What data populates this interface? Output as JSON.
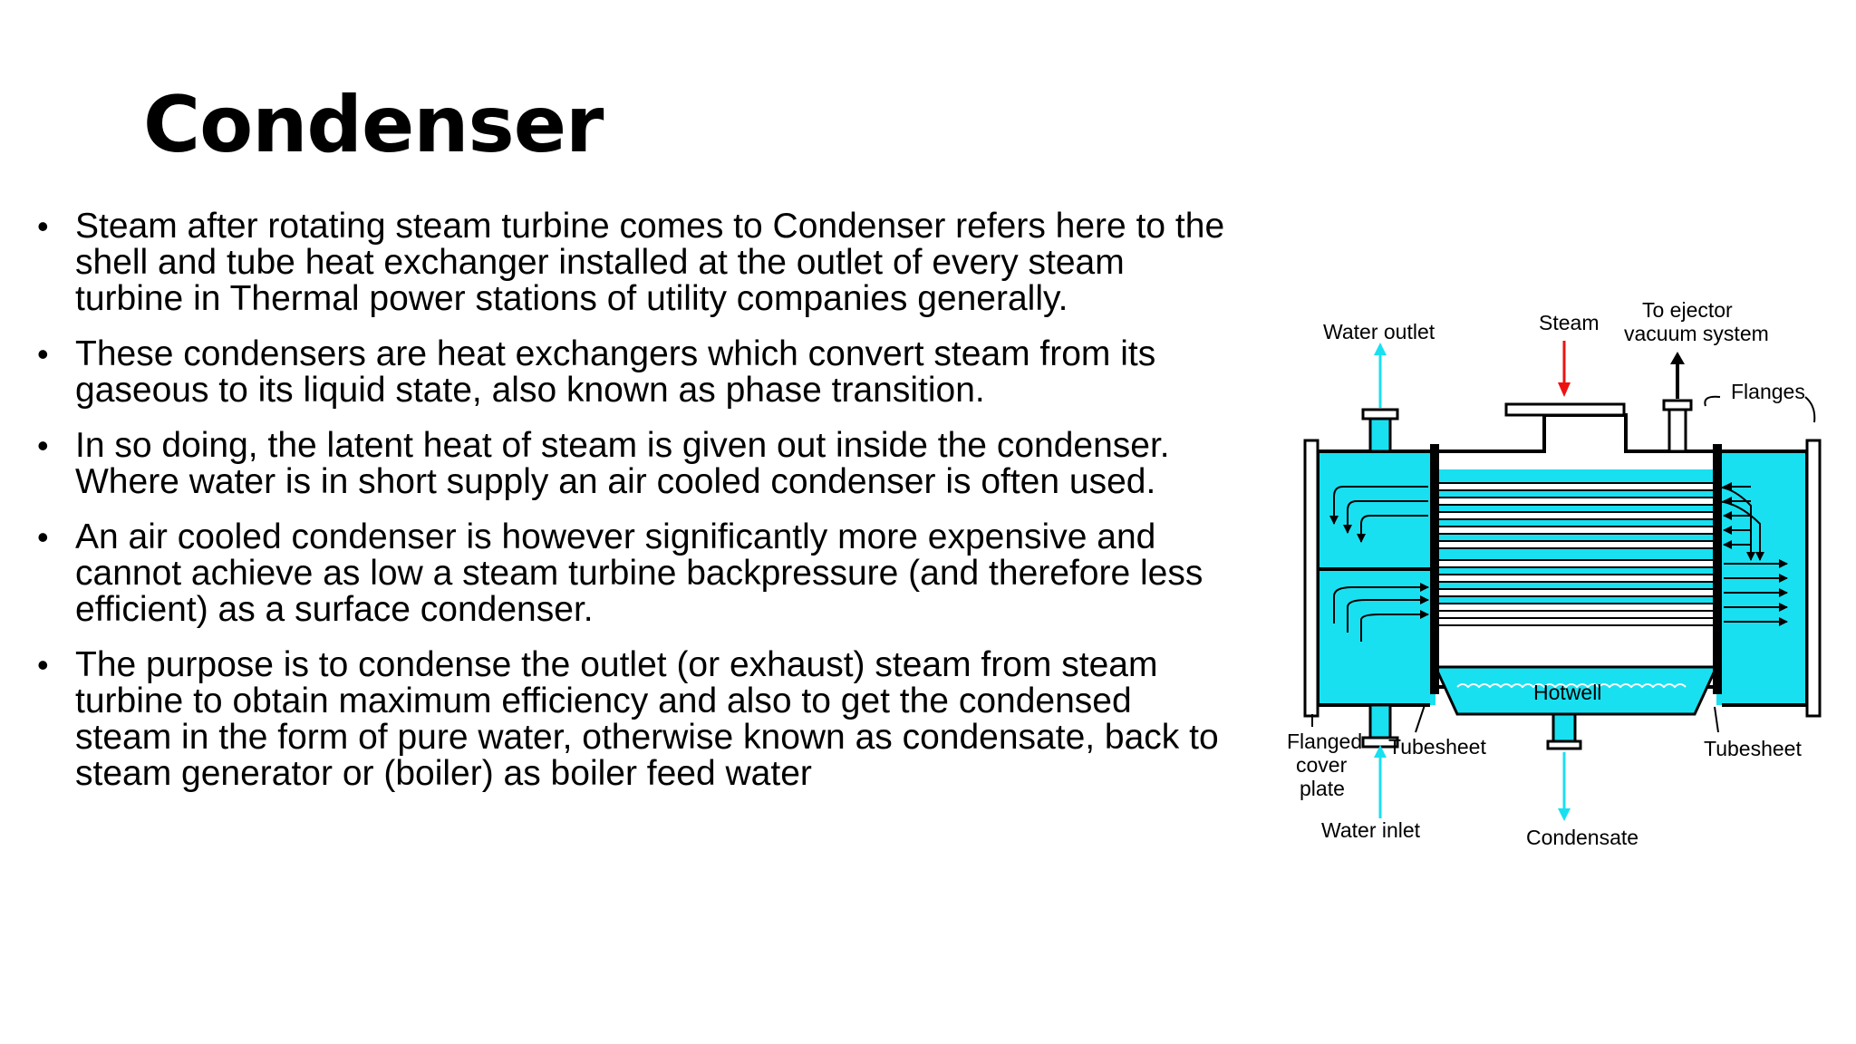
{
  "slide": {
    "title": "Condenser",
    "bullets": [
      "Steam after rotating steam turbine comes to Condenser refers here to the shell and tube heat exchanger installed at the outlet of every steam turbine in Thermal power stations of utility companies generally.",
      "These condensers are heat exchangers which convert steam from its gaseous to its liquid state, also known as phase transition.",
      "In so doing, the latent heat of steam is given out inside the condenser. Where water is in short supply an air cooled condenser is often used.",
      "An air cooled condenser is however significantly more expensive and cannot achieve as low a steam turbine backpressure (and therefore less efficient) as a surface condenser.",
      "The purpose is to condense the outlet (or exhaust) steam from steam turbine to obtain maximum efficiency and also to get the condensed steam in the form of pure water, otherwise known as condensate, back to steam generator or (boiler) as boiler feed water"
    ],
    "bullet_symbol": "•"
  },
  "diagram": {
    "labels": {
      "water_outlet": "Water outlet",
      "steam": "Steam",
      "to_ejector_1": "To ejector",
      "to_ejector_2": "vacuum system",
      "flanges": "Flanges",
      "hotwell": "Hotwell",
      "flanged_1": "Flanged",
      "flanged_2": "cover",
      "flanged_3": "plate",
      "tubesheet_left": "Tubesheet",
      "tubesheet_right": "Tubesheet",
      "water_inlet": "Water inlet",
      "condensate": "Condensate"
    },
    "colors": {
      "water": "#19e0f0",
      "steam_arrow": "#ee1111",
      "outline": "#000000"
    }
  }
}
